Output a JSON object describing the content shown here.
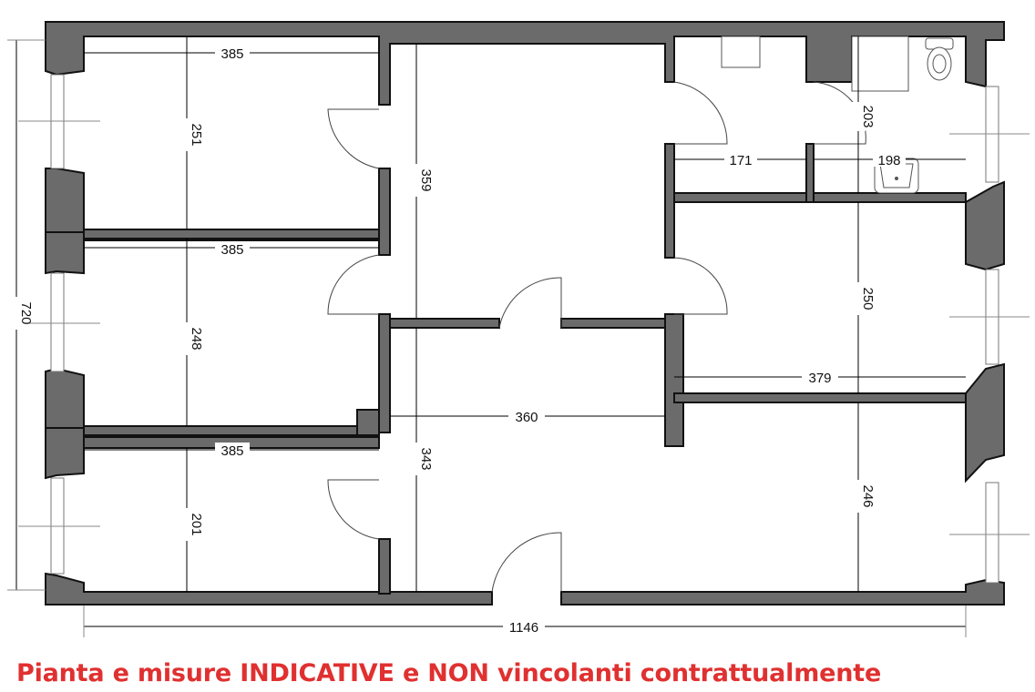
{
  "floorplan": {
    "overall_width_label": "1146",
    "overall_height_label": "720",
    "rooms": [
      {
        "id": "room-1",
        "width": "385",
        "depth": "251"
      },
      {
        "id": "room-2",
        "width": "385",
        "depth": "248"
      },
      {
        "id": "room-3",
        "width": "385",
        "depth": "201"
      },
      {
        "id": "hall-upper",
        "depth": "359"
      },
      {
        "id": "hall-lower",
        "width": "360",
        "depth": "343"
      },
      {
        "id": "bath-1",
        "width": "171"
      },
      {
        "id": "bath-2",
        "width": "198",
        "depth": "203"
      },
      {
        "id": "room-4",
        "width": "379",
        "depth": "250"
      },
      {
        "id": "room-5",
        "depth": "246"
      }
    ]
  },
  "disclaimer": "Pianta e misure INDICATIVE e NON vincolanti contrattualmente",
  "colors": {
    "wall": "#6b6b6b",
    "disclaimer": "#e03030"
  }
}
